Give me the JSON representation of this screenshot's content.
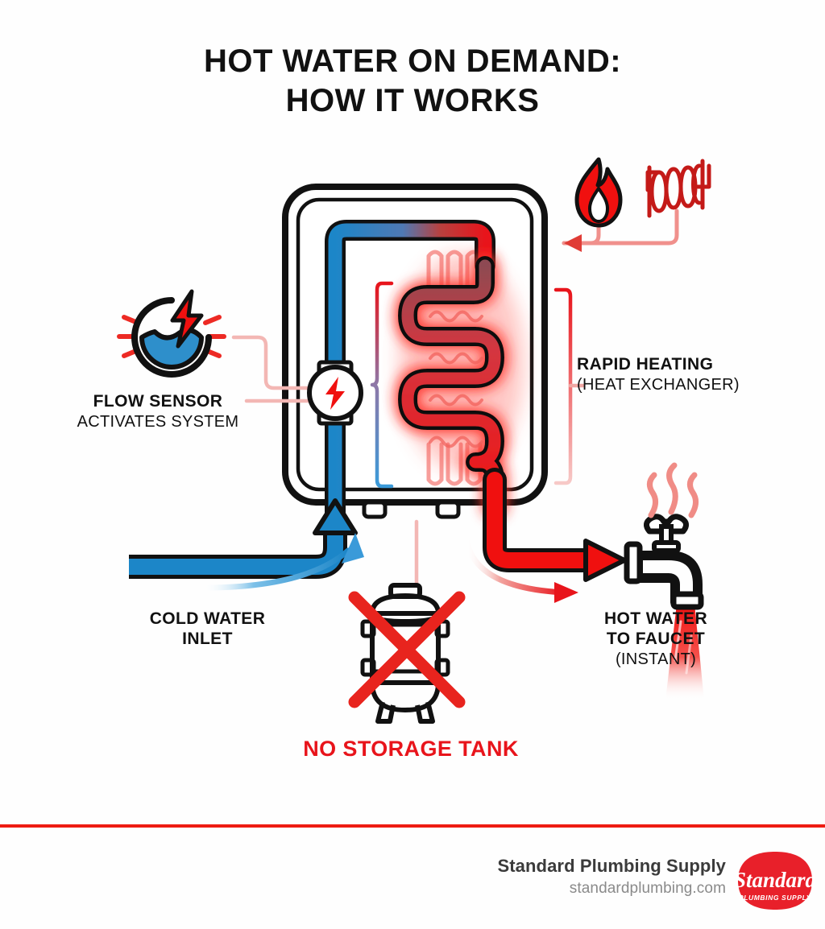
{
  "page": {
    "background": "#ffffff",
    "accent_red": "#EE1C12",
    "accent_blue": "#1C86C8",
    "ink": "#111111"
  },
  "title": {
    "line1": "HOT WATER ON DEMAND:",
    "line2": "HOW IT WORKS"
  },
  "labels": {
    "flow_sensor": {
      "heading": "FLOW SENSOR",
      "sub": "ACTIVATES SYSTEM"
    },
    "cold_water": {
      "line1": "COLD WATER",
      "line2": "INLET"
    },
    "rapid_heating": {
      "heading": "RAPID HEATING",
      "sub": "(HEAT EXCHANGER)"
    },
    "hot_water": {
      "line1": "HOT WATER",
      "line2": "TO FAUCET",
      "sub": "(INSTANT)"
    },
    "no_storage_tank": "NO STORAGE TANK"
  },
  "icons": {
    "flow_sensor": "flow-sensor-icon",
    "flame": "flame-icon",
    "heating_coil": "heating-coil-icon",
    "faucet": "faucet-icon",
    "storage_tank": "storage-tank-icon",
    "cross_out": "red-x-icon",
    "steam": "steam-icon",
    "lightning_bolt": "lightning-bolt-icon"
  },
  "footer": {
    "company": "Standard Plumbing Supply",
    "website": "standardplumbing.com",
    "logo": {
      "script": "Standard",
      "tagline": "PLUMBING SUPPLY",
      "color": "#E8202A"
    }
  }
}
